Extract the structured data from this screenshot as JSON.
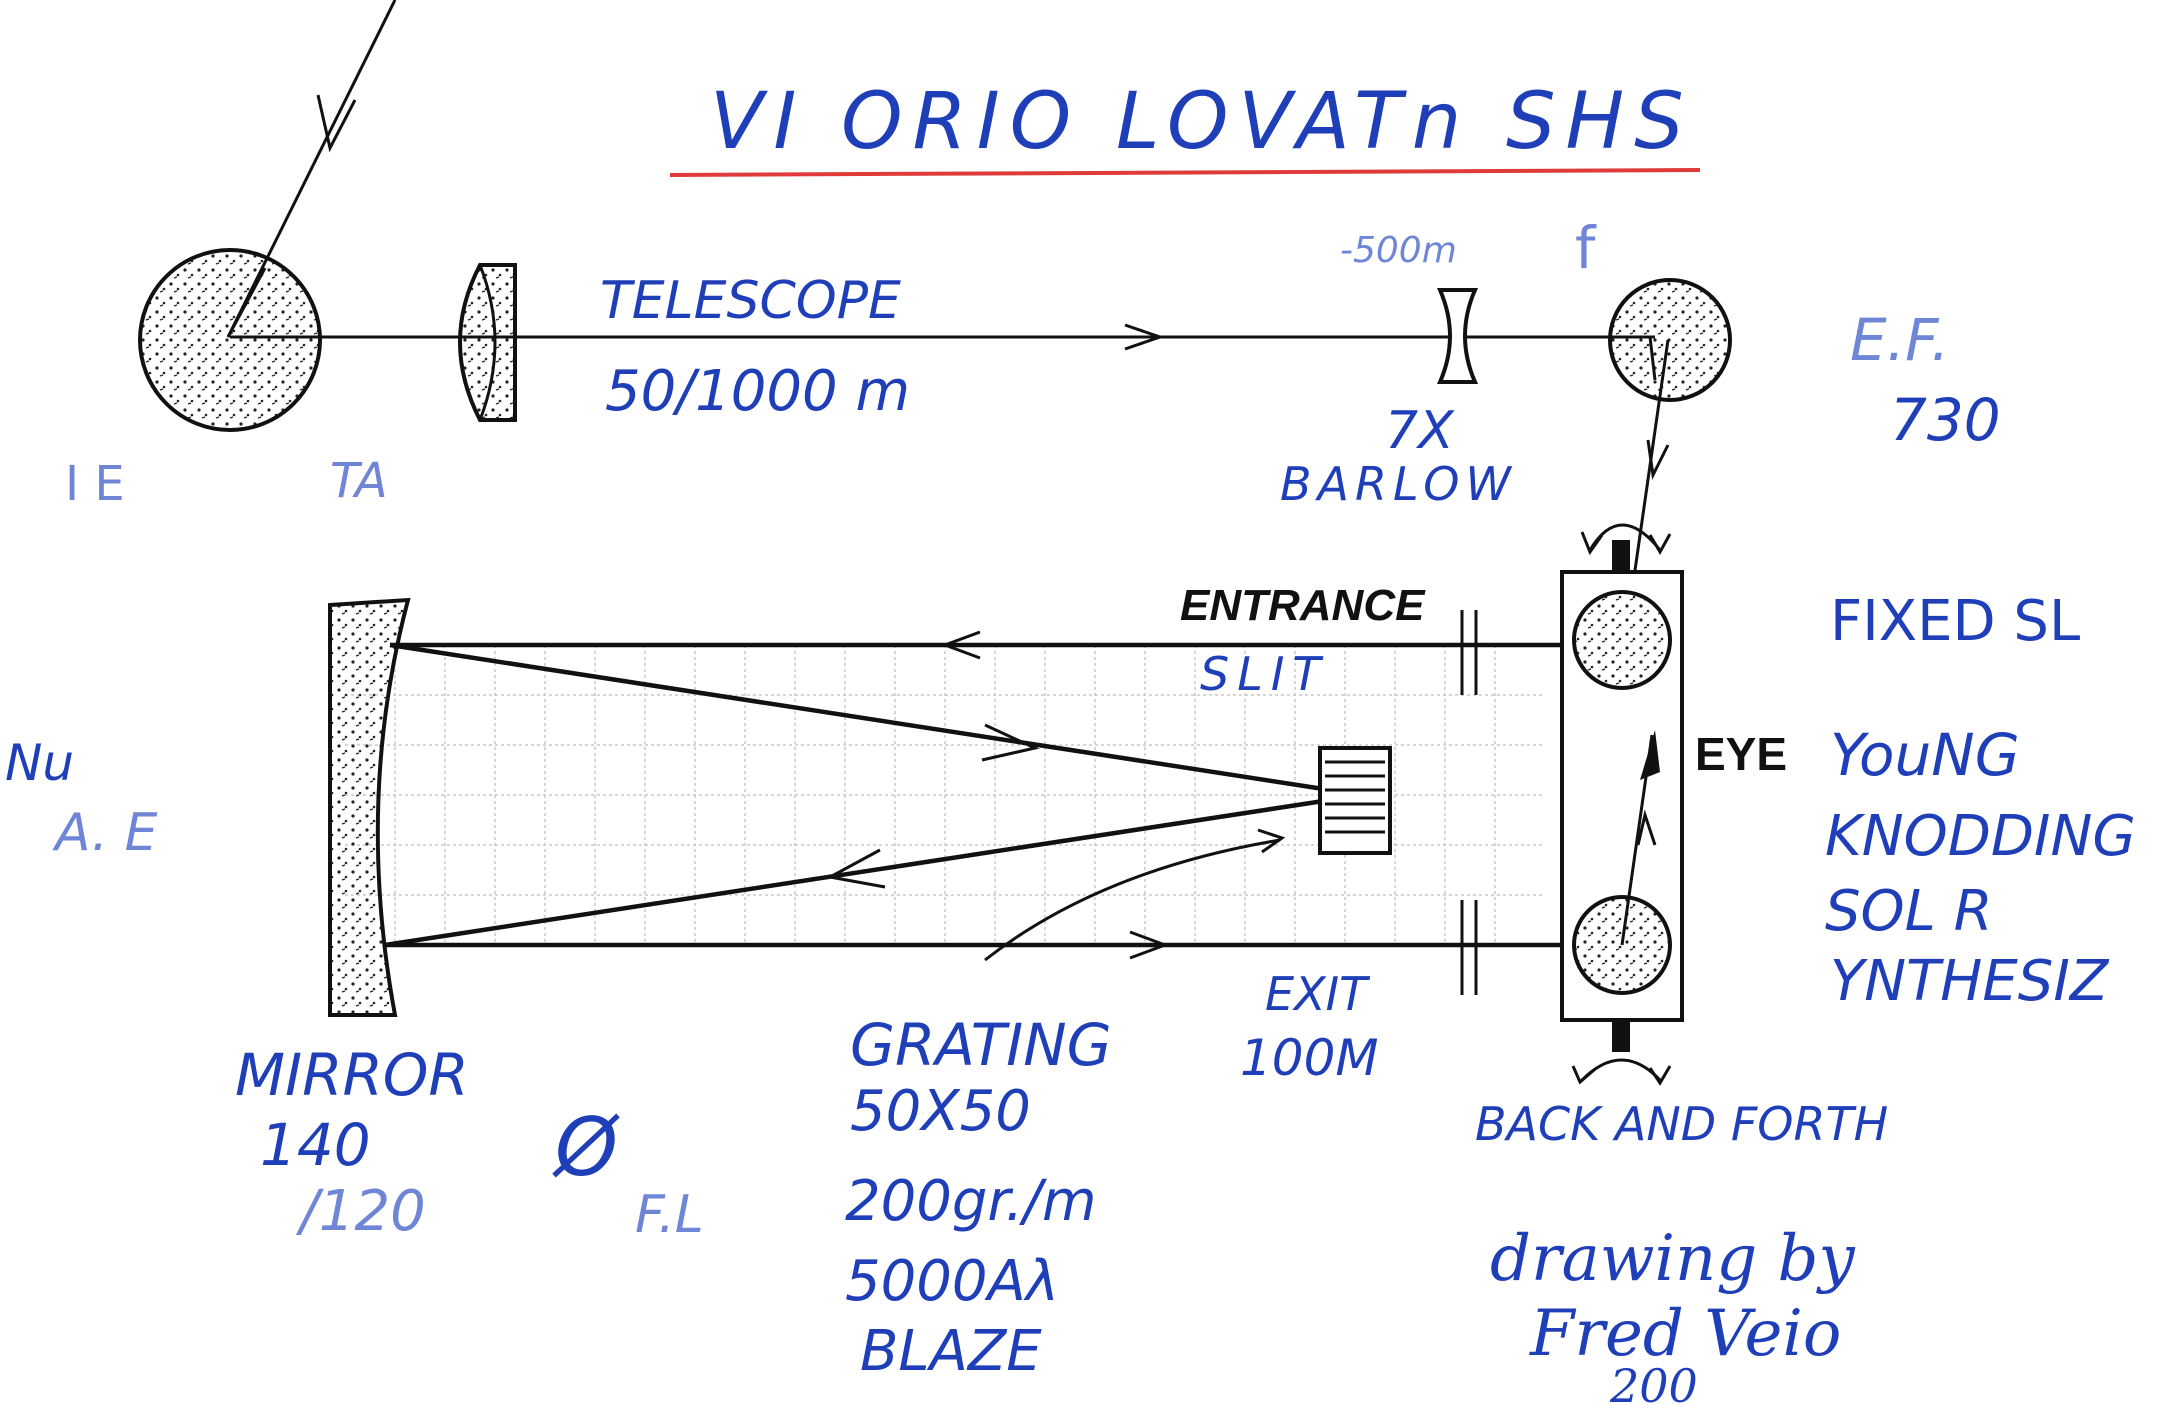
{
  "title": "VI   ORIO LOVATn SHS",
  "colors": {
    "ink": "#1f3fb8",
    "pencil": "#111111",
    "title_underline": "#e03a3a"
  },
  "top_row": {
    "left_label_1": "I E",
    "left_label_2": "TA",
    "telescope_label": "TELESCOPE",
    "telescope_spec": "50/1000  m",
    "barlow_focal": "-500m",
    "barlow_mark": "f",
    "barlow_power": "7X",
    "barlow_label": "BARLOW",
    "efl_label": "E.F.",
    "efl_value": "730"
  },
  "spectrograph": {
    "entrance_label": "ENTRANCE",
    "slit_label": "SLIT",
    "eye_label": "EYE",
    "exit_label": "EXIT",
    "exit_value": "100M",
    "left_note_1": "Nu",
    "left_note_2": "A. E"
  },
  "right_notes": {
    "fixed": "FIXED SL",
    "young": "YouNG",
    "knodding": "KNODDING",
    "solar": "SOL  R",
    "synthesiz": "YNTHESIZ",
    "back_forth": "BACK AND FORTH"
  },
  "mirror": {
    "label": "MIRROR",
    "value_1": "140",
    "diameter_symbol": "Ø",
    "value_2": "/120",
    "fl_label": "F.L"
  },
  "grating": {
    "label": "GRATING",
    "size": "50X50",
    "lines": "200gr./m",
    "wavelength": "5000Aλ",
    "blaze": "BLAZE"
  },
  "credit": {
    "line_1": "drawing by",
    "line_2": "Fred Veio",
    "line_3": "200"
  }
}
